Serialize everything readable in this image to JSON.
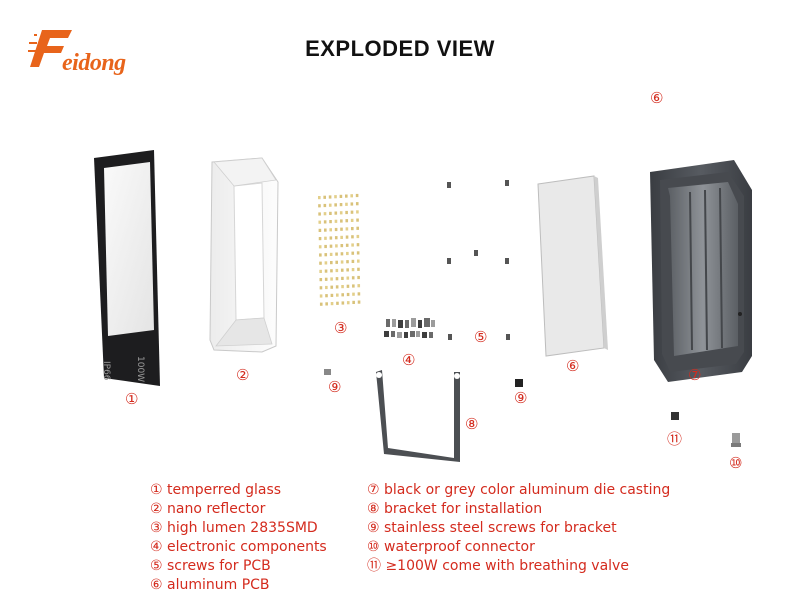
{
  "brand": {
    "logo_text": "eidong"
  },
  "title": "EXPLODED VIEW",
  "callouts": {
    "c1": "①",
    "c2": "②",
    "c3": "③",
    "c4": "④",
    "c5": "⑤",
    "c6a": "⑥",
    "c6b": "⑥",
    "c7": "⑦",
    "c8": "⑧",
    "c9a": "⑨",
    "c9b": "⑨",
    "c10": "⑩",
    "c11": "⑪"
  },
  "glass_print": {
    "left": "IP66",
    "right": "100W"
  },
  "legend_left": [
    "① temperred glass",
    "② nano reflector",
    "③ high lumen 2835SMD",
    "④ electronic components",
    "⑤ screws for PCB",
    "⑥ aluminum PCB"
  ],
  "legend_right": [
    "⑦ black or grey color aluminum die casting",
    "⑧ bracket for installation",
    "⑨ stainless steel screws for bracket",
    "⑩ waterproof connector",
    "⑪ ≥100W come with breathing valve"
  ],
  "colors": {
    "brand": "#e8641b",
    "callout": "#d42b1e"
  }
}
